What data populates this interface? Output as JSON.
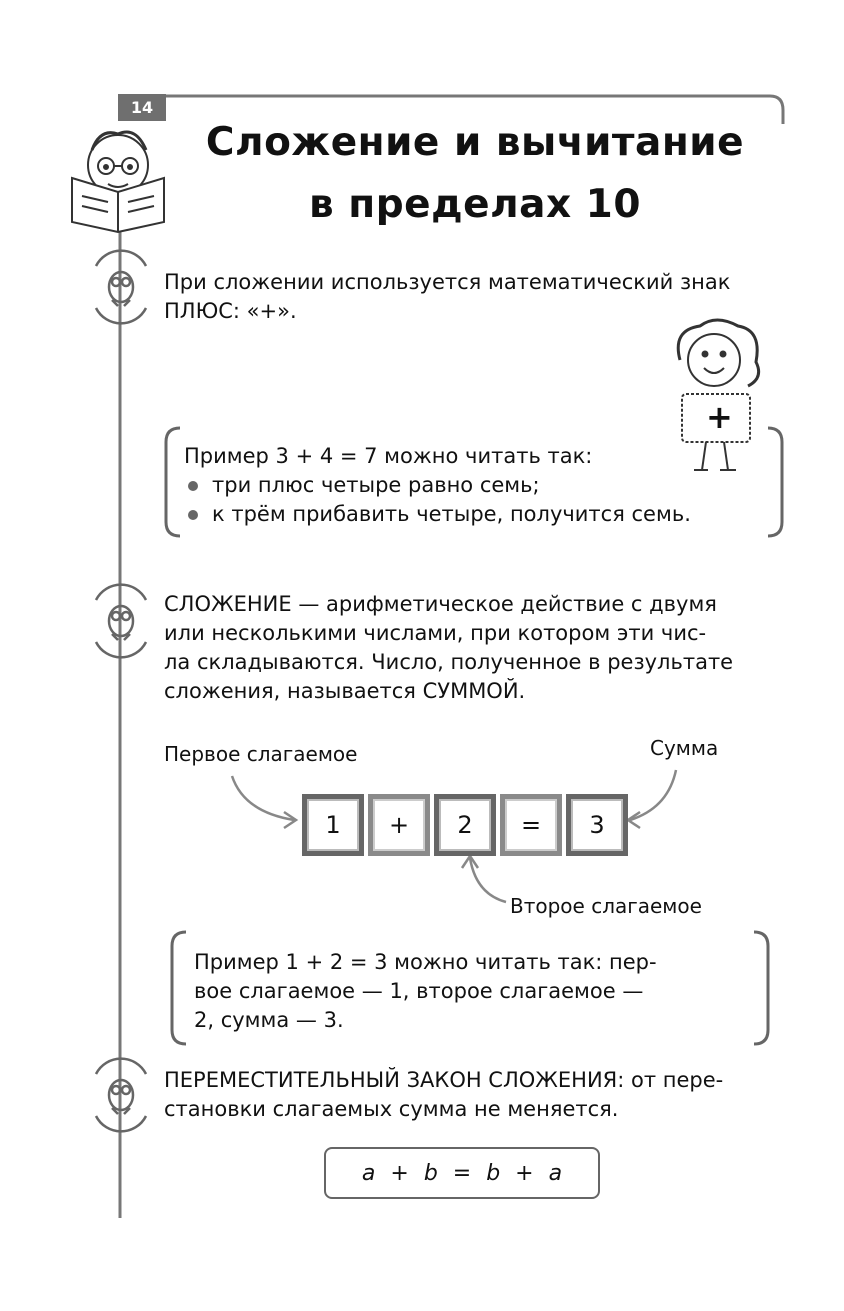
{
  "page_number": "14",
  "title": {
    "line1": "Сложение и вычитание",
    "line2": "в пределах 10"
  },
  "plus_definition": {
    "line1": "При сложении используется математический знак",
    "line2": "ПЛЮС: «+»."
  },
  "girl_sign": "+",
  "example1": {
    "intro": "Пример 3 + 4 = 7 можно читать так:",
    "bullets": [
      "три плюс четыре равно семь;",
      "к трём прибавить четыре, получится семь."
    ]
  },
  "addition_definition": {
    "line1": "СЛОЖЕНИЕ — арифметическое действие с двумя",
    "line2": "или несколькими числами, при котором эти чис-",
    "line3": "ла складываются. Число, полученное в результате",
    "line4": "сложения, называется СУММОЙ."
  },
  "diagram": {
    "first_addend_label": "Первое слагаемое",
    "sum_label": "Сумма",
    "second_addend_label": "Второе слагаемое",
    "tiles": [
      "1",
      "+",
      "2",
      "=",
      "3"
    ]
  },
  "example2": {
    "line1": "Пример 1 + 2 = 3 можно читать так: пер-",
    "line2": "вое слагаемое — 1, второе слагаемое —",
    "line3": "2, сумма — 3."
  },
  "commutative_law": {
    "line1": "ПЕРЕМЕСТИТЕЛЬНЫЙ ЗАКОН СЛОЖЕНИЯ: от пере-",
    "line2": "становки слагаемых сумма не меняется."
  },
  "formula": "a + b = b + a"
}
